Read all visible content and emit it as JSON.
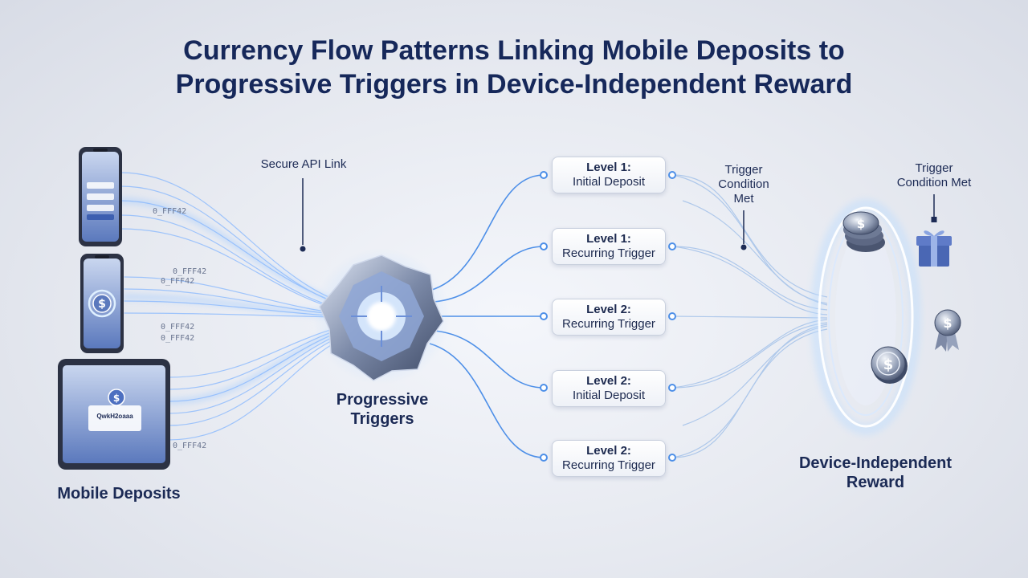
{
  "title": {
    "line1": "Currency Flow Patterns Linking Mobile Deposits to",
    "line2": "Progressive Triggers in Device-Independent Reward"
  },
  "labels": {
    "mobile_deposits": "Mobile Deposits",
    "progressive_triggers_1": "Progressive",
    "progressive_triggers_2": "Triggers",
    "reward_1": "Device-Independent",
    "reward_2": "Reward",
    "secure_api_link": "Secure API Link",
    "trigger_condition_1": {
      "l1": "Trigger",
      "l2": "Condition",
      "l3": "Met"
    },
    "trigger_condition_2": {
      "l1": "Trigger",
      "l2": "Condition Met"
    }
  },
  "code_snippets": [
    "0_FFF42",
    "0_FFF42",
    "0_FFF42",
    "0_FFF42",
    "0_FFF42",
    "0_FFF42"
  ],
  "tablet_screen_text": "QwkH2oaaa",
  "triggers": [
    {
      "level": "Level 1:",
      "type": "Initial Deposit"
    },
    {
      "level": "Level 1:",
      "type": "Recurring Trigger"
    },
    {
      "level": "Level 2:",
      "type": "Recurring Trigger"
    },
    {
      "level": "Level 2:",
      "type": "Initial Deposit"
    },
    {
      "level": "Level 2:",
      "type": "Recurring Trigger"
    }
  ],
  "icons": {
    "phone": "smartphone-icon",
    "tablet": "tablet-icon",
    "hub": "hub-gem-icon",
    "coin": "dollar-coin-icon",
    "gift": "gift-box-icon",
    "medal": "medal-icon"
  },
  "colors": {
    "title": "#16285a",
    "flow_blue": "#4d8fe8",
    "glow": "#9cc8ff"
  }
}
